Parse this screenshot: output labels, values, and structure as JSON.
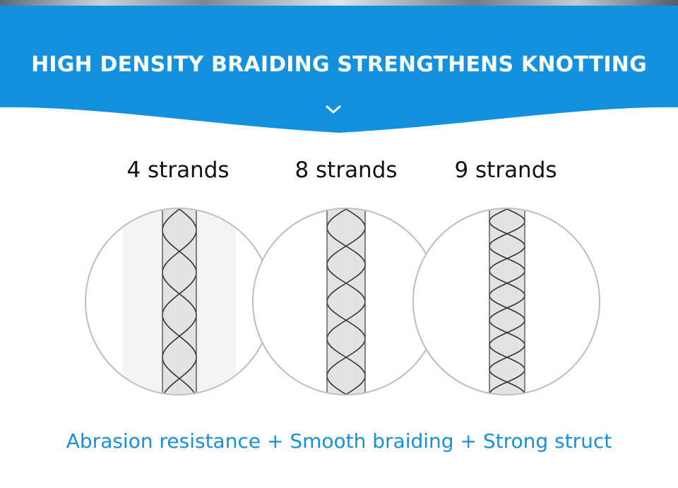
{
  "banner": {
    "title": "HIGH DENSITY BRAIDING STRENGTHENS KNOTTING",
    "color": "#1391de"
  },
  "strands": [
    {
      "label": "4 strands",
      "count": 4
    },
    {
      "label": "8 strands",
      "count": 8
    },
    {
      "label": "9 strands",
      "count": 9
    }
  ],
  "tagline": "Abrasion resistance + Smooth braiding + Strong struct",
  "colors": {
    "accent": "#1a8fd8",
    "banner": "#1391de"
  },
  "icons": [
    "chevron-down-icon"
  ]
}
